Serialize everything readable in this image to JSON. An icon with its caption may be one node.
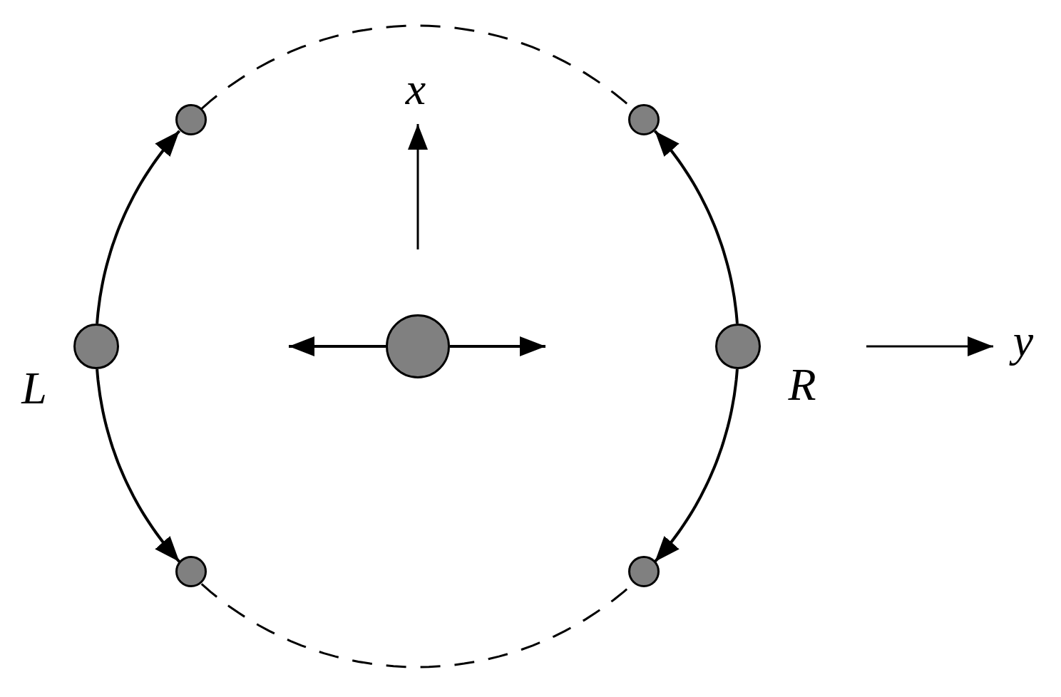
{
  "diagram": {
    "nodes": [
      {
        "text": [],
        "shape": "circle"
      },
      {
        "text": [],
        "shape": "circle"
      },
      {
        "text": [],
        "shape": "circle",
        "beside": [
          "L"
        ]
      },
      {
        "text": [],
        "shape": "circle"
      },
      {
        "text": [],
        "shape": "circle",
        "beside": [
          "R"
        ]
      },
      {
        "text": [],
        "shape": "circle"
      },
      {
        "text": [],
        "shape": "circle"
      }
    ],
    "edges": [
      {
        "from": 2,
        "to": 0,
        "arrow": "to"
      },
      {
        "from": 2,
        "to": 5,
        "arrow": "to"
      },
      {
        "from": 4,
        "to": 1,
        "arrow": "to"
      },
      {
        "from": 4,
        "to": 6,
        "arrow": "to"
      },
      {
        "from": 0,
        "to": 1,
        "arrow": "none",
        "style": "dashed"
      },
      {
        "from": 5,
        "to": 6,
        "arrow": "none",
        "style": "dashed"
      },
      {
        "from": 3,
        "to": null,
        "arrow": "to"
      },
      {
        "from": 3,
        "to": null,
        "arrow": "to"
      }
    ],
    "labels": [
      "x",
      "y"
    ]
  }
}
